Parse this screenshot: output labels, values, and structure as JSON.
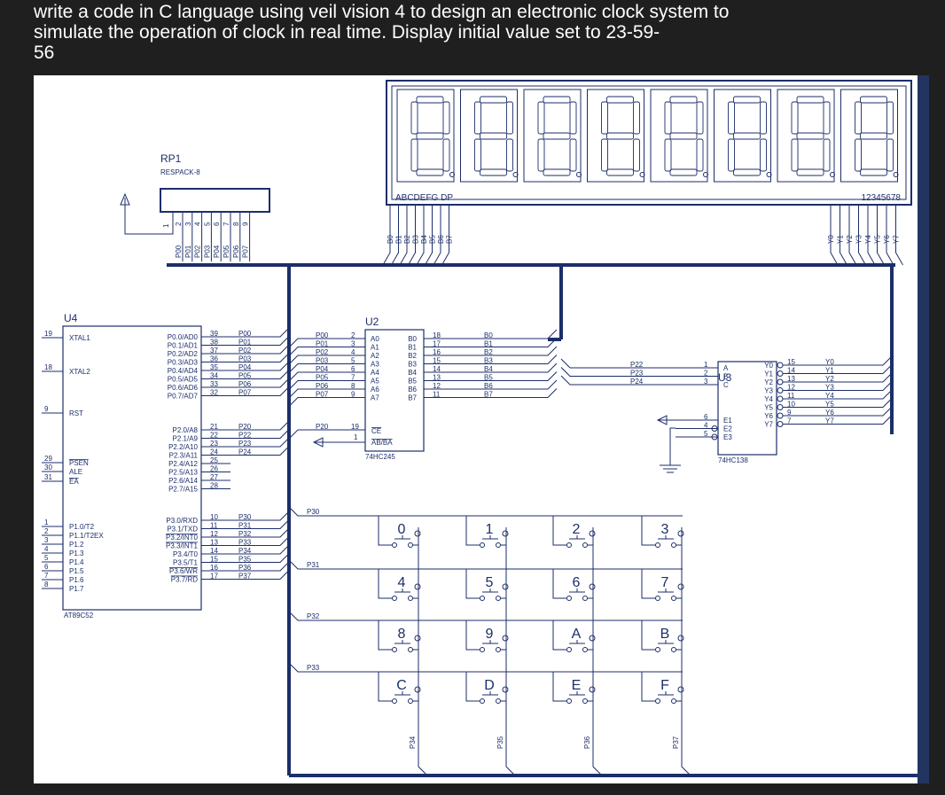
{
  "question": "write a code in C language using veil vision 4 to design an electronic clock system to\nsimulate the operation of clock in real time. Display initial value set to 23-59-\n56",
  "colors": {
    "page_bg": "#1f1f1f",
    "diagram_bg": "#ffffff",
    "ink": "#1c2e6a",
    "bus": "#1c2e6a",
    "side_bar": "#213560",
    "text": "#ffffff"
  },
  "display": {
    "digits": 8,
    "segment_label": "ABCDEFG DP",
    "digit_label": "12345678",
    "seg_pins": [
      "B0",
      "B1",
      "B2",
      "B3",
      "B4",
      "B5",
      "B6",
      "B7"
    ],
    "dig_pins": [
      "Y0",
      "Y1",
      "Y2",
      "Y3",
      "Y4",
      "Y5",
      "Y6",
      "Y7"
    ]
  },
  "rp1": {
    "ref": "RP1",
    "type": "RESPACK-8",
    "pin1": "1",
    "pin_numbers": [
      "2",
      "3",
      "4",
      "5",
      "6",
      "7",
      "8",
      "9"
    ],
    "nets": [
      "P00",
      "P01",
      "P02",
      "P03",
      "P04",
      "P05",
      "P06",
      "P07"
    ]
  },
  "u4": {
    "ref": "U4",
    "type": "AT89C52",
    "left_pins": [
      {
        "num": "19",
        "name": "XTAL1"
      },
      {
        "num": "18",
        "name": "XTAL2"
      },
      {
        "num": "9",
        "name": "RST"
      },
      {
        "num": "29",
        "name": "PSEN"
      },
      {
        "num": "30",
        "name": "ALE"
      },
      {
        "num": "31",
        "name": "EA"
      },
      {
        "num": "1",
        "name": "P1.0/T2"
      },
      {
        "num": "2",
        "name": "P1.1/T2EX"
      },
      {
        "num": "3",
        "name": "P1.2"
      },
      {
        "num": "4",
        "name": "P1.3"
      },
      {
        "num": "5",
        "name": "P1.4"
      },
      {
        "num": "6",
        "name": "P1.5"
      },
      {
        "num": "7",
        "name": "P1.6"
      },
      {
        "num": "8",
        "name": "P1.7"
      }
    ],
    "right_pins": [
      {
        "name": "P0.0/AD0",
        "num": "39",
        "net": "P00"
      },
      {
        "name": "P0.1/AD1",
        "num": "38",
        "net": "P01"
      },
      {
        "name": "P0.2/AD2",
        "num": "37",
        "net": "P02"
      },
      {
        "name": "P0.3/AD3",
        "num": "36",
        "net": "P03"
      },
      {
        "name": "P0.4/AD4",
        "num": "35",
        "net": "P04"
      },
      {
        "name": "P0.5/AD5",
        "num": "34",
        "net": "P05"
      },
      {
        "name": "P0.6/AD6",
        "num": "33",
        "net": "P06"
      },
      {
        "name": "P0.7/AD7",
        "num": "32",
        "net": "P07"
      },
      {
        "name": "P2.0/A8",
        "num": "21",
        "net": "P20"
      },
      {
        "name": "P2.1/A9",
        "num": "22",
        "net": "P22"
      },
      {
        "name": "P2.2/A10",
        "num": "23",
        "net": "P23"
      },
      {
        "name": "P2.3/A11",
        "num": "24",
        "net": "P24"
      },
      {
        "name": "P2.4/A12",
        "num": "25",
        "net": ""
      },
      {
        "name": "P2.5/A13",
        "num": "26",
        "net": ""
      },
      {
        "name": "P2.6/A14",
        "num": "27",
        "net": ""
      },
      {
        "name": "P2.7/A15",
        "num": "28",
        "net": ""
      },
      {
        "name": "P3.0/RXD",
        "num": "10",
        "net": "P30"
      },
      {
        "name": "P3.1/TXD",
        "num": "11",
        "net": "P31"
      },
      {
        "name": "P3.2/INT0",
        "num": "12",
        "net": "P32"
      },
      {
        "name": "P3.3/INT1",
        "num": "13",
        "net": "P33"
      },
      {
        "name": "P3.4/T0",
        "num": "14",
        "net": "P34"
      },
      {
        "name": "P3.5/T1",
        "num": "15",
        "net": "P35"
      },
      {
        "name": "P3.6/WR",
        "num": "16",
        "net": "P36"
      },
      {
        "name": "P3.7/RD",
        "num": "17",
        "net": "P37"
      }
    ]
  },
  "u2": {
    "ref": "U2",
    "type": "74HC245",
    "a_pins": [
      {
        "net": "P00",
        "num": "2",
        "name": "A0"
      },
      {
        "net": "P01",
        "num": "3",
        "name": "A1"
      },
      {
        "net": "P02",
        "num": "4",
        "name": "A2"
      },
      {
        "net": "P03",
        "num": "5",
        "name": "A3"
      },
      {
        "net": "P04",
        "num": "6",
        "name": "A4"
      },
      {
        "net": "P05",
        "num": "7",
        "name": "A5"
      },
      {
        "net": "P06",
        "num": "8",
        "name": "A6"
      },
      {
        "net": "P07",
        "num": "9",
        "name": "A7"
      }
    ],
    "b_pins": [
      {
        "name": "B0",
        "num": "18",
        "net": "B0"
      },
      {
        "name": "B1",
        "num": "17",
        "net": "B1"
      },
      {
        "name": "B2",
        "num": "16",
        "net": "B2"
      },
      {
        "name": "B3",
        "num": "15",
        "net": "B3"
      },
      {
        "name": "B4",
        "num": "14",
        "net": "B4"
      },
      {
        "name": "B5",
        "num": "13",
        "net": "B5"
      },
      {
        "name": "B6",
        "num": "12",
        "net": "B6"
      },
      {
        "name": "B7",
        "num": "11",
        "net": "B7"
      }
    ],
    "ce": {
      "net": "P20",
      "num": "19",
      "name": "CE"
    },
    "dir": {
      "num": "1",
      "name": "AB/BA"
    }
  },
  "u3": {
    "ref": "U3",
    "type": "74HC138",
    "inputs": [
      {
        "net": "P22",
        "num": "1",
        "name": "A"
      },
      {
        "net": "P23",
        "num": "2",
        "name": "B"
      },
      {
        "net": "P24",
        "num": "3",
        "name": "C"
      }
    ],
    "enables": [
      {
        "num": "6",
        "name": "E1"
      },
      {
        "num": "4",
        "name": "E2"
      },
      {
        "num": "5",
        "name": "E3"
      }
    ],
    "outputs": [
      {
        "name": "Y0",
        "num": "15",
        "net": "Y0"
      },
      {
        "name": "Y1",
        "num": "14",
        "net": "Y1"
      },
      {
        "name": "Y2",
        "num": "13",
        "net": "Y2"
      },
      {
        "name": "Y3",
        "num": "12",
        "net": "Y3"
      },
      {
        "name": "Y4",
        "num": "11",
        "net": "Y4"
      },
      {
        "name": "Y5",
        "num": "10",
        "net": "Y5"
      },
      {
        "name": "Y6",
        "num": "9",
        "net": "Y6"
      },
      {
        "name": "Y7",
        "num": "7",
        "net": "Y7"
      }
    ]
  },
  "keypad": {
    "rows": [
      "P30",
      "P31",
      "P32",
      "P33"
    ],
    "cols": [
      "P34",
      "P35",
      "P36",
      "P37"
    ],
    "keys": [
      [
        "0",
        "1",
        "2",
        "3"
      ],
      [
        "4",
        "5",
        "6",
        "7"
      ],
      [
        "8",
        "9",
        "A",
        "B"
      ],
      [
        "C",
        "D",
        "E",
        "F"
      ]
    ]
  }
}
